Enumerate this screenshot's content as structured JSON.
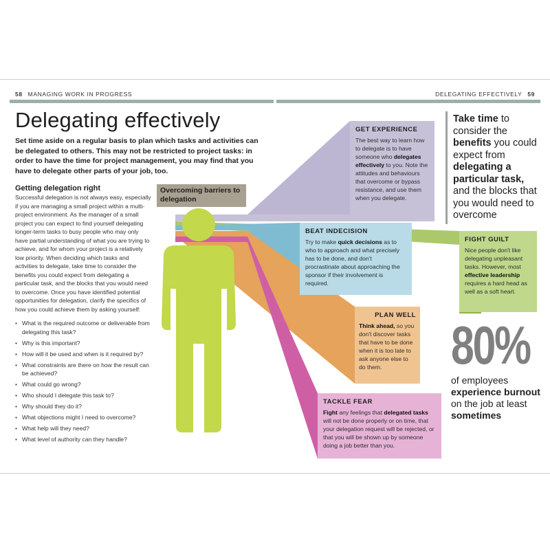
{
  "header": {
    "left_page_number": "58",
    "left_section": "MANAGING WORK IN PROGRESS",
    "right_section": "DELEGATING EFFECTIVELY",
    "right_page_number": "59"
  },
  "title": "Delegating effectively",
  "intro": "Set time aside on a regular basis to plan which tasks and activities can be delegated to others. This may not be restricted to project tasks: in order to have the time for project management, you may find that you have to delegate other parts of your job, too.",
  "section_heading": "Getting delegation right",
  "body": "Successful delegation is not always easy, especially if you are managing a small project within a multi-project environment. As the manager of a small project you can expect to find yourself delegating longer-term tasks to busy people who may only have partial understanding of what you are trying to achieve, and for whom your project is a relatively low priority. When deciding which tasks and activities to delegate, take time to consider the benefits you could expect from delegating a particular task, and the blocks that you would need to overcome. Once you have identified potential opportunities for delegation, clarify the specifics of how you could achieve them by asking yourself:",
  "questions": [
    "What is the required outcome or deliverable from delegating this task?",
    "Why is this important?",
    "How will it be used and when is it required by?",
    "What constraints are there on how the result can be achieved?",
    "What could go wrong?",
    "Who should I delegate this task to?",
    "Why should they do it?",
    "What objections might I need to overcome?",
    "What help will they need?",
    "What level of authority can they handle?"
  ],
  "barrier_label": "Overcoming barriers to delegation",
  "colors": {
    "figure": "#c3d84a",
    "get_experience": "#c7c1d8",
    "beat_indecision": "#b8dbe7",
    "fight_guilt": "#bfd88b",
    "plan_well": "#f0c491",
    "tackle_fear": "#e6b3d7",
    "rule": "#9bb0a8"
  },
  "boxes": {
    "get_experience": {
      "title": "GET EXPERIENCE",
      "t1": "The best way to learn how to delegate is to have someone who ",
      "b1": "delegates effectively",
      "t2": " to you. Note the attitudes and behaviours that overcome or bypass resistance, and use them when you delegate."
    },
    "beat_indecision": {
      "title": "BEAT INDECISION",
      "t1": "Try to make ",
      "b1": "quick decisions",
      "t2": " as to who to approach and what precisely has to be done, and don't procrastinate about approaching the sponsor if their involvement is required."
    },
    "fight_guilt": {
      "title": "FIGHT GUILT",
      "t1": "Nice people don't like delegating unpleasant tasks. However, most ",
      "b1": "effective leadership",
      "t2": " requires a hard head as well as a soft heart."
    },
    "plan_well": {
      "title": "PLAN WELL",
      "b1": "Think ahead,",
      "t1": " so you don't discover tasks that have to be done when it is too late to ask anyone else to do them."
    },
    "tackle_fear": {
      "title": "TACKLE FEAR",
      "b1": "Fight",
      "t1": " any feelings that ",
      "b2": "delegated tasks",
      "t2": " will not be done properly or on time, that your delegation request will be rejected, or that you will be shown up by someone doing a job better than you."
    }
  },
  "take_time": {
    "t1": "Take time",
    "t2": " to consider the ",
    "t3": "benefits",
    "t4": " you could expect from ",
    "t5": "delegating a particular task,",
    "t6": " and the blocks that you would need to overcome"
  },
  "stat": {
    "number": "80%",
    "t1": "of employees ",
    "b1": "experience burnout",
    "t2": " on the job at least ",
    "b2": "sometimes"
  }
}
